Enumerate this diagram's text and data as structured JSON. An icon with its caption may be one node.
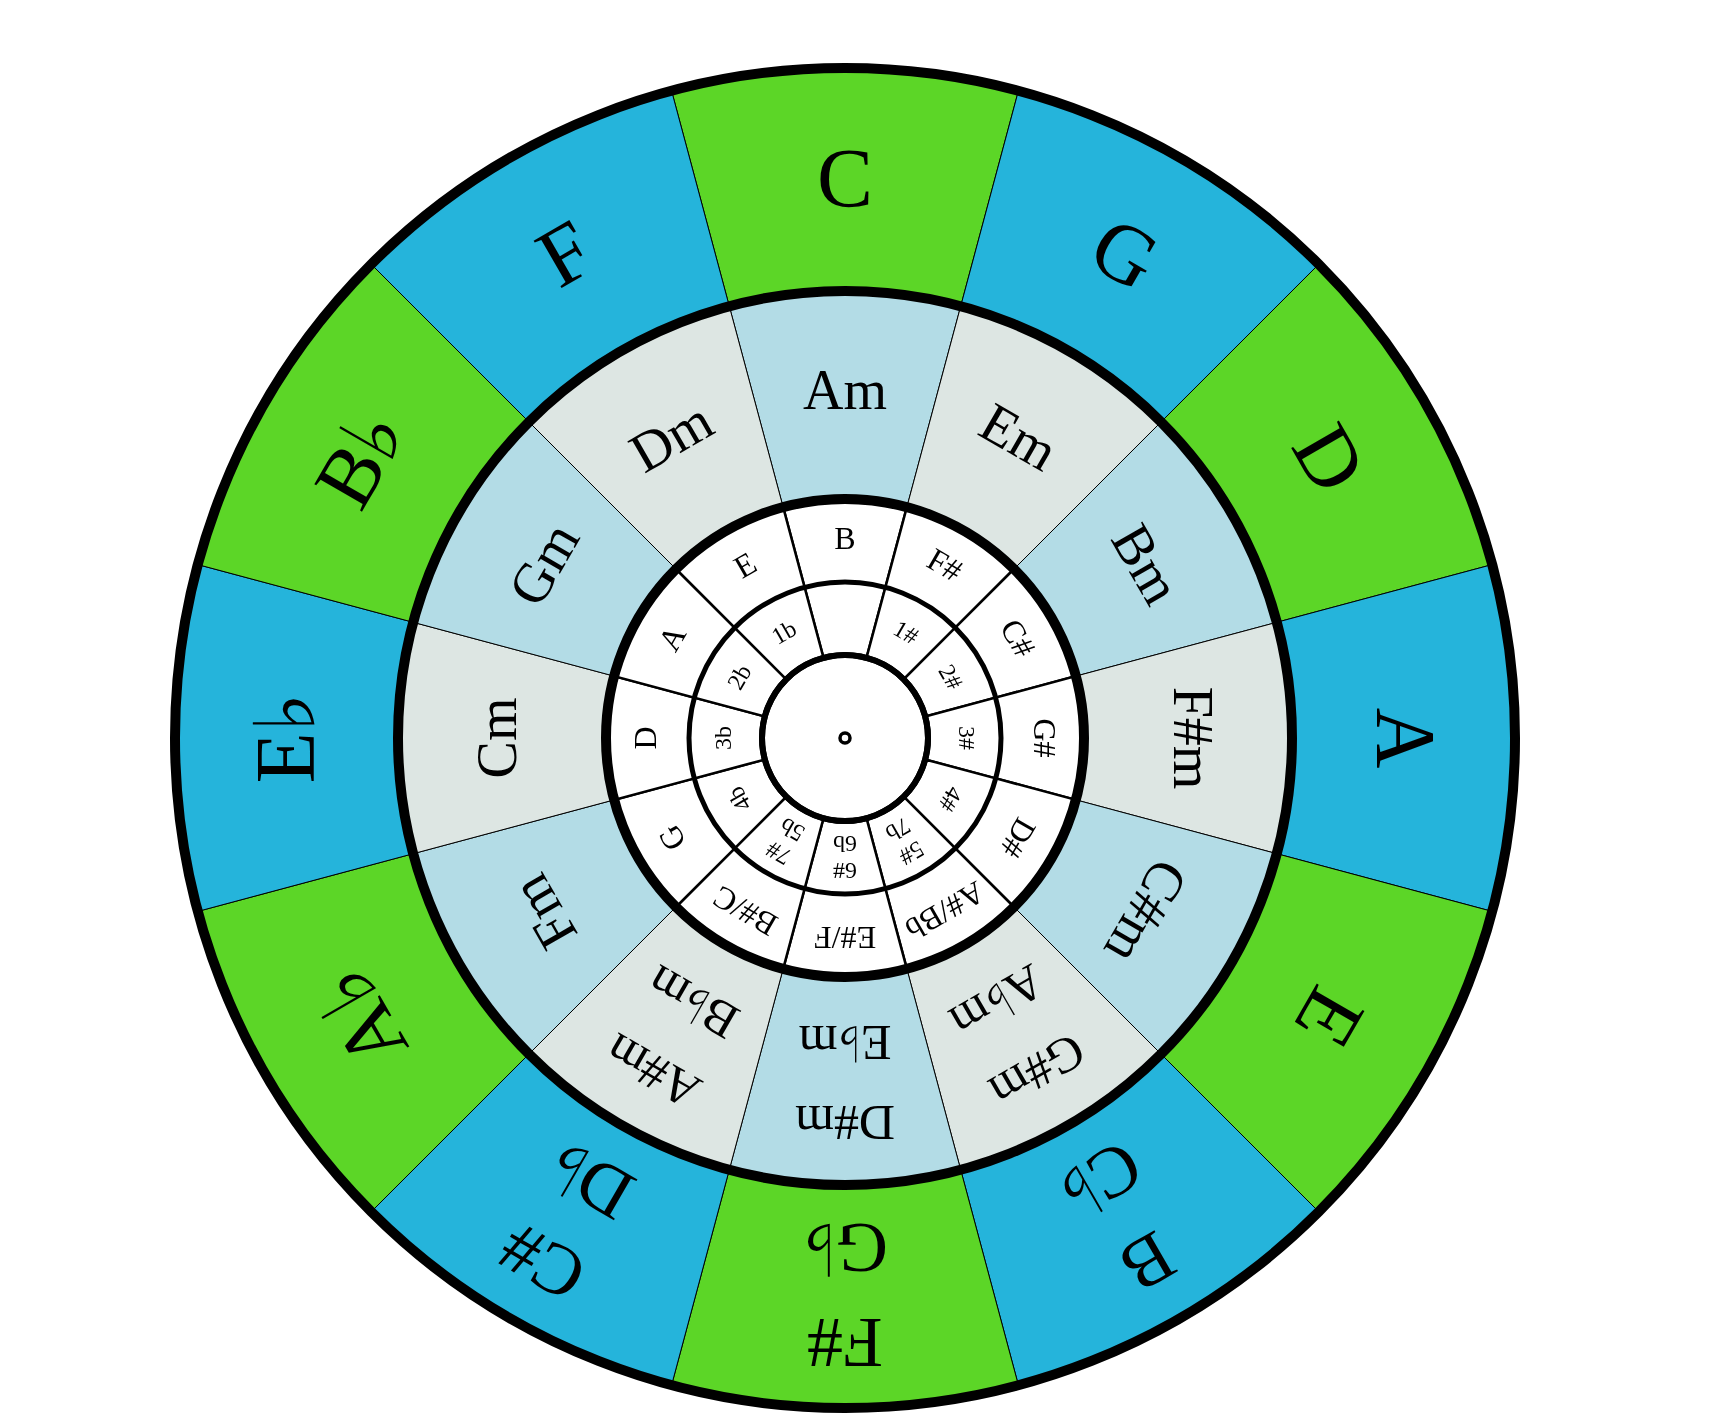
{
  "diagram": {
    "nodes": [
      {
        "text": [
          "C"
        ]
      },
      {
        "text": [
          "G"
        ]
      },
      {
        "text": [
          "D"
        ]
      },
      {
        "text": [
          "A"
        ]
      },
      {
        "text": [
          "E"
        ]
      },
      {
        "text": [
          "B",
          "C♭"
        ]
      },
      {
        "text": [
          "F#",
          "G♭"
        ]
      },
      {
        "text": [
          "C#",
          "D♭"
        ]
      },
      {
        "text": [
          "A♭"
        ]
      },
      {
        "text": [
          "E♭"
        ]
      },
      {
        "text": [
          "B♭"
        ]
      },
      {
        "text": [
          "F"
        ]
      },
      {
        "text": [
          "Am"
        ]
      },
      {
        "text": [
          "Em"
        ]
      },
      {
        "text": [
          "Bm"
        ]
      },
      {
        "text": [
          "F#m"
        ]
      },
      {
        "text": [
          "C#m"
        ]
      },
      {
        "text": [
          "G#m",
          "A♭m"
        ]
      },
      {
        "text": [
          "D#m",
          "E♭m"
        ]
      },
      {
        "text": [
          "A#m",
          "B♭m"
        ]
      },
      {
        "text": [
          "Fm"
        ]
      },
      {
        "text": [
          "Cm"
        ]
      },
      {
        "text": [
          "Gm"
        ]
      },
      {
        "text": [
          "Dm"
        ]
      },
      {
        "text": [
          "B"
        ]
      },
      {
        "text": [
          "F#"
        ]
      },
      {
        "text": [
          "C#"
        ]
      },
      {
        "text": [
          "G#"
        ]
      },
      {
        "text": [
          "D#"
        ]
      },
      {
        "text": [
          "A#/Bb"
        ]
      },
      {
        "text": [
          "E#/F"
        ]
      },
      {
        "text": [
          "B#/C"
        ]
      },
      {
        "text": [
          "G"
        ]
      },
      {
        "text": [
          "D"
        ]
      },
      {
        "text": [
          "A"
        ]
      },
      {
        "text": [
          "E"
        ]
      },
      {
        "text": [],
        "shape": "wedge"
      },
      {
        "text": [
          "1#"
        ]
      },
      {
        "text": [
          "2#"
        ]
      },
      {
        "text": [
          "3#"
        ]
      },
      {
        "text": [
          "4#"
        ]
      },
      {
        "text": [
          "5#",
          "7b"
        ]
      },
      {
        "text": [
          "6#",
          "6b"
        ]
      },
      {
        "text": [
          "7#",
          "5b"
        ]
      },
      {
        "text": [
          "4b"
        ]
      },
      {
        "text": [
          "3b"
        ]
      },
      {
        "text": [
          "2b"
        ]
      },
      {
        "text": [
          "1b"
        ]
      },
      {
        "text": [],
        "shape": "circle"
      }
    ]
  }
}
